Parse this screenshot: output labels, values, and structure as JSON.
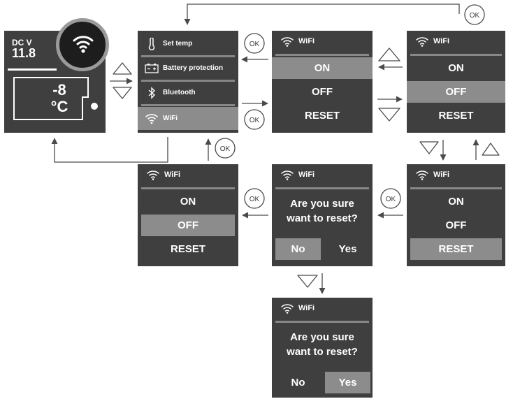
{
  "home": {
    "dc_label": "DC V",
    "dc_value": "11.8",
    "temp_value": "-8",
    "temp_unit": "°C"
  },
  "menu": {
    "items": [
      {
        "label": "Set temp",
        "icon": "thermometer-icon"
      },
      {
        "label": "Battery protection",
        "icon": "battery-icon"
      },
      {
        "label": "Bluetooth",
        "icon": "bluetooth-icon"
      },
      {
        "label": "WiFi",
        "icon": "wifi-icon",
        "selected": true
      }
    ]
  },
  "wifi_title": "WiFi",
  "options": [
    "ON",
    "OFF",
    "RESET"
  ],
  "confirm": {
    "question_line1": "Are you sure",
    "question_line2": "want to reset?",
    "no": "No",
    "yes": "Yes"
  },
  "ok_label": "OK",
  "colors": {
    "screen": "#3f3f3f",
    "highlight": "#8c8c8c",
    "separator": "#878787",
    "lines": "#4a4a4a"
  }
}
